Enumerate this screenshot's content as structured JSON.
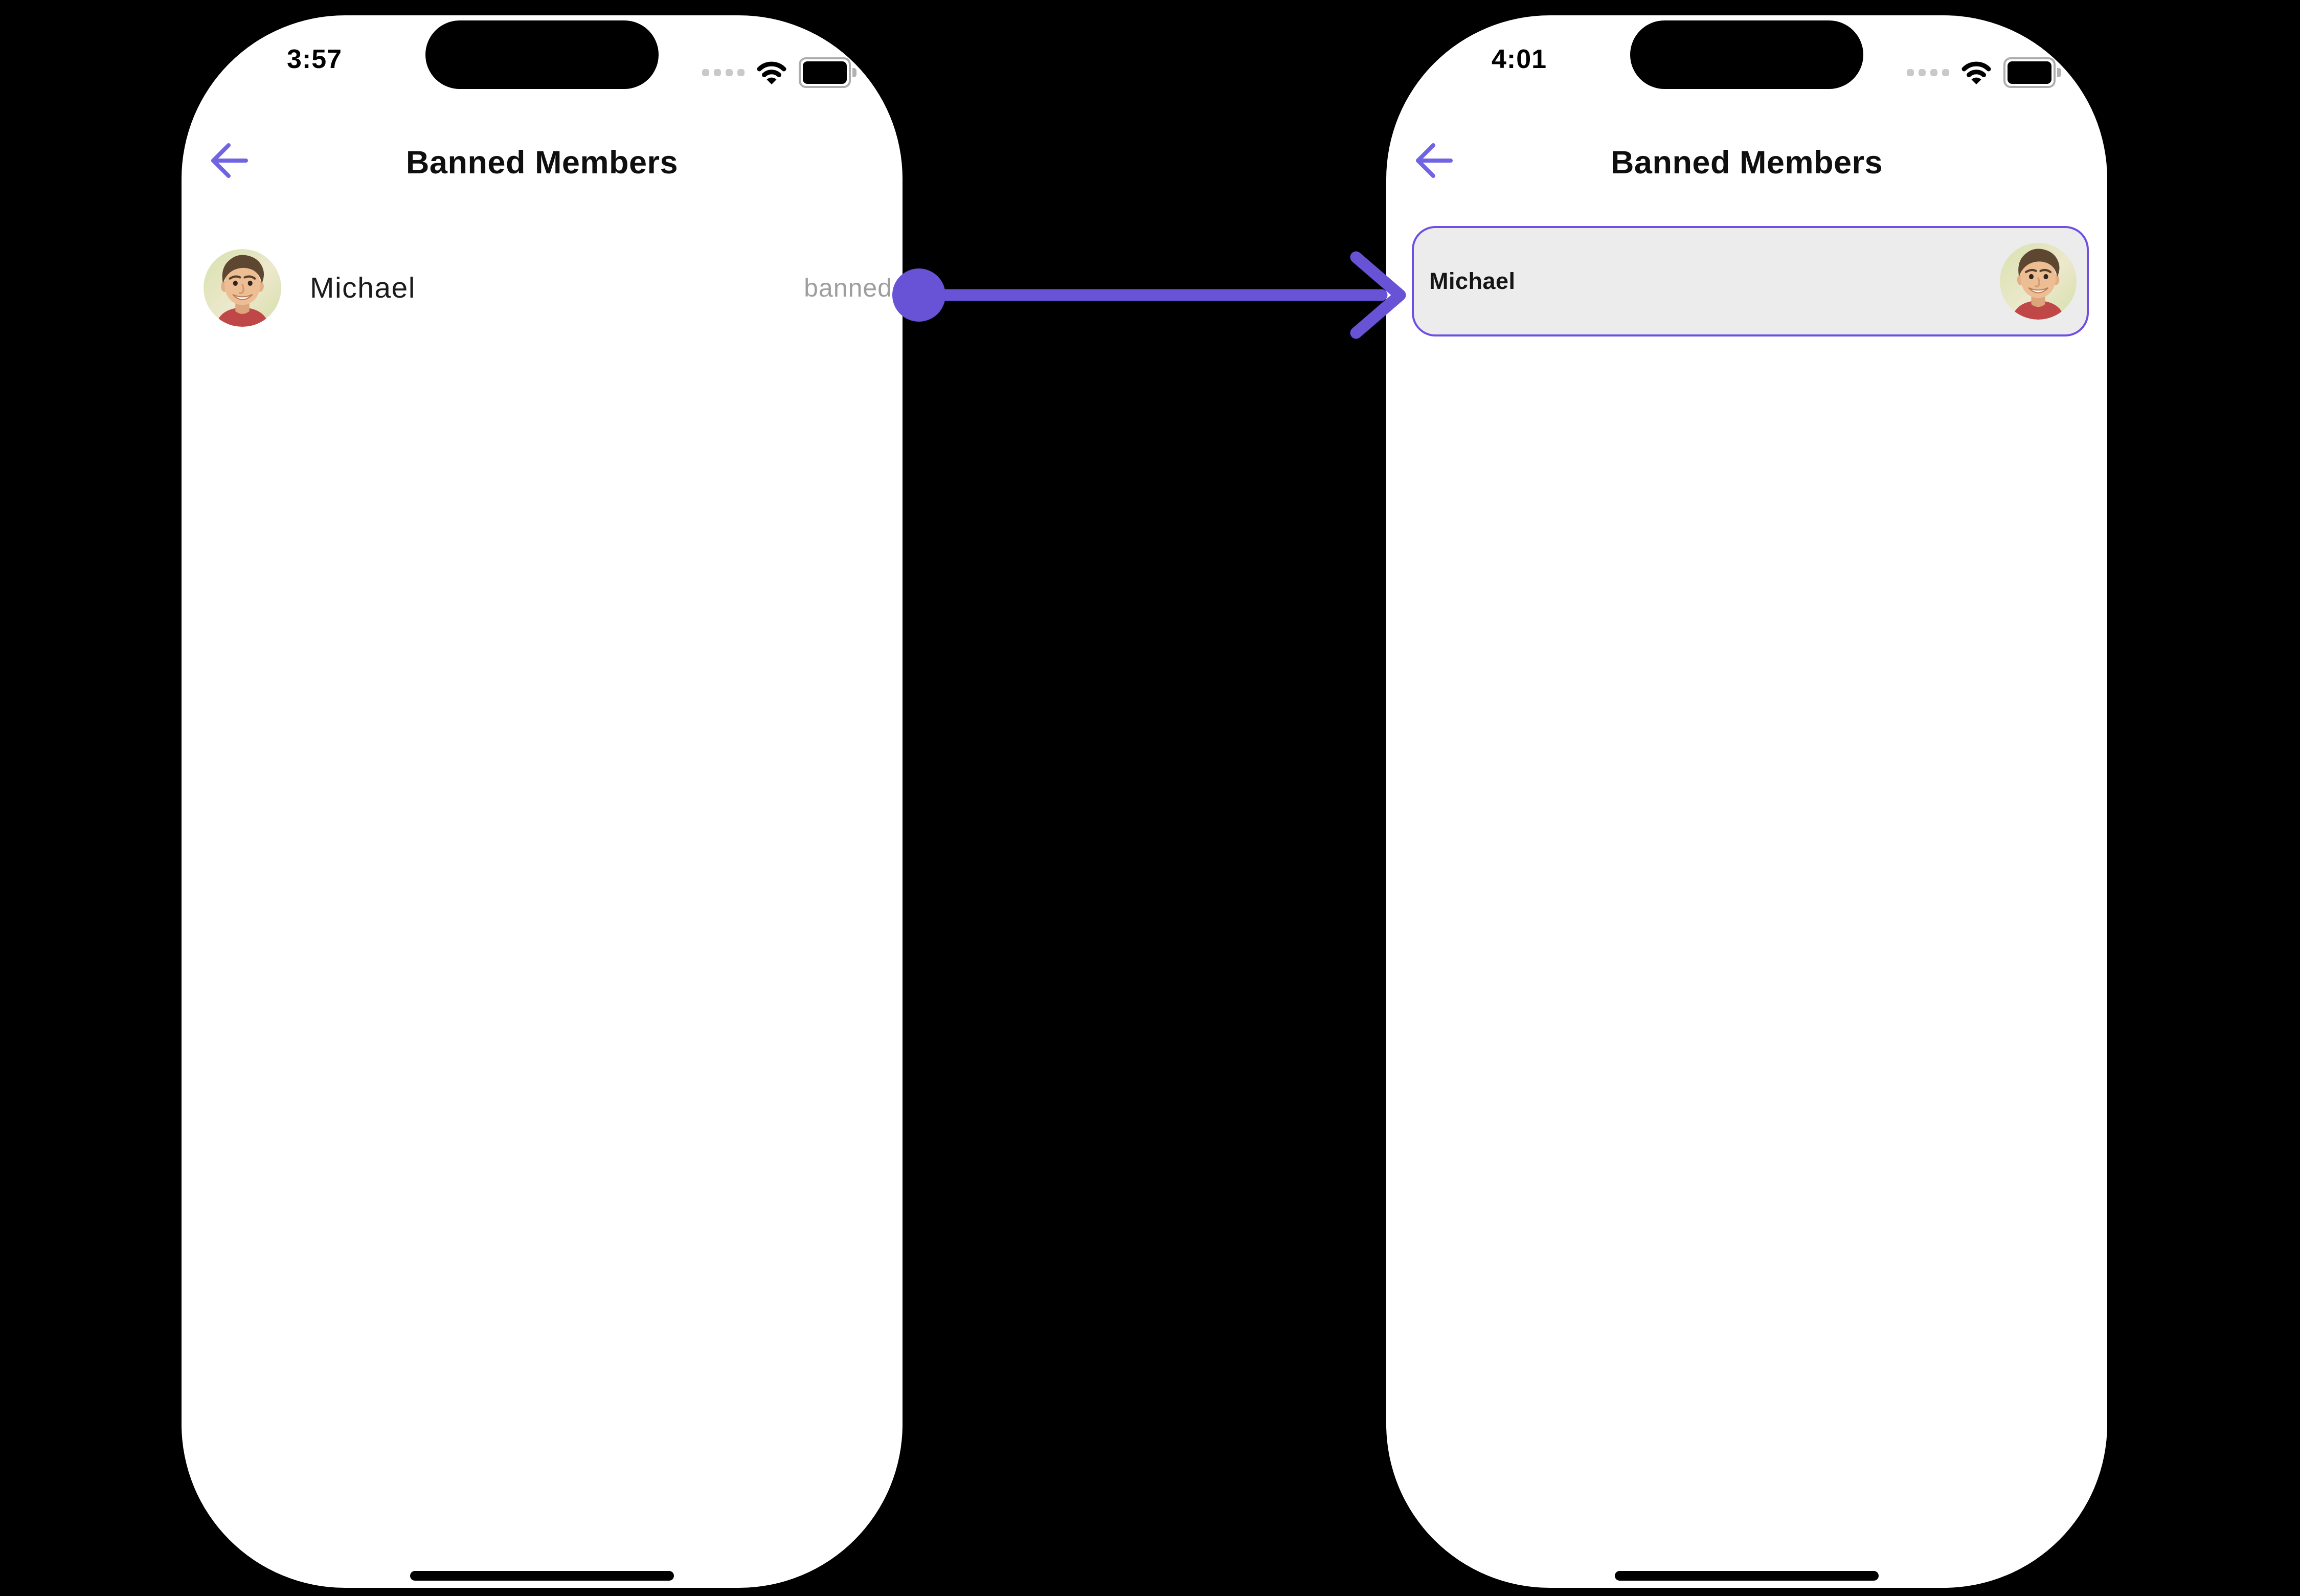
{
  "colors": {
    "page_background": "#000000",
    "phone_background": "#ffffff",
    "arrow_purple": "#6852d6",
    "card_border_purple": "#6e4fe2",
    "back_arrow_purple": "#7164e3",
    "banned_text_gray": "#9e9e9e",
    "card_background": "#ececec"
  },
  "status_bar_icons": [
    "cellular-signal-dots-icon",
    "wifi-icon",
    "battery-icon"
  ],
  "left_phone": {
    "status_bar": {
      "time": "3:57"
    },
    "header": {
      "title": "Banned Members",
      "back_icon": "arrow-left"
    },
    "member_row": {
      "name": "Michael",
      "status_label": "banned"
    }
  },
  "right_phone": {
    "status_bar": {
      "time": "4:01"
    },
    "header": {
      "title": "Banned Members",
      "back_icon": "arrow-left"
    },
    "member_card": {
      "name": "Michael"
    }
  },
  "annotation": {
    "type": "arrow",
    "direction": "left-to-right"
  }
}
